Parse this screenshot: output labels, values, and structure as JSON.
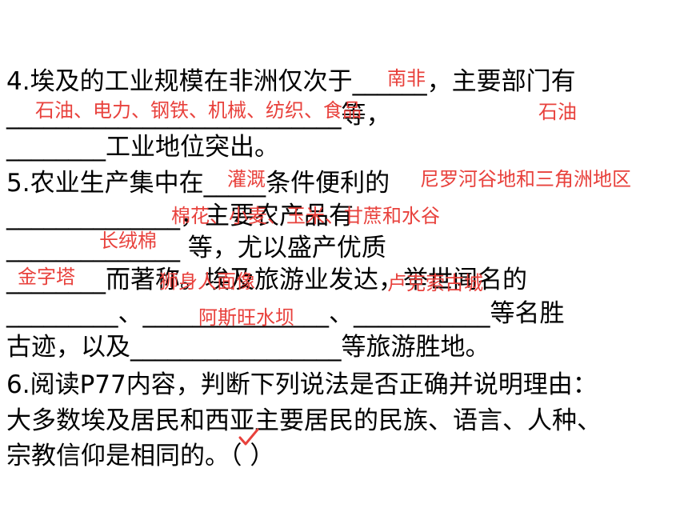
{
  "question_lines": [
    "4.埃及的工业规模在非洲仅次于______，主要部门有",
    "___________________________等，",
    "________工业地位突出。",
    "5.农业生产集中在_____条件便利的",
    "______________，主要农产品有",
    "______________                    等，尤以盛产优质",
    "________而著称。埃及旅游业发达，举世闻名的",
    "_________、_______________、___________等名胜",
    "古迹，以及_________________等旅游胜地。",
    "6.阅读P77内容，判断下列说法是否正确并说明理由：",
    "大多数埃及居民和西亚主要居民的民族、语言、人种、",
    "宗教信仰是相同的。（   ）"
  ],
  "answers": {
    "south_africa": "南非",
    "industries": "石油、电力、钢铁、机械、纺织、食品",
    "oil": "石油",
    "irrigation": "灌溉",
    "nile_region": "尼罗河谷地和三角洲地区",
    "crops": "棉花、小麦、玉米、甘蔗和水谷",
    "long_cotton": "长绒棉",
    "pyramids": "金字塔",
    "sphinx": "狮身人面像",
    "luxor": "卢克索古城",
    "aswan": "阿斯旺水坝"
  },
  "colors": {
    "text": "#000000",
    "answer": "#e8413c"
  },
  "check_mark": "check-icon"
}
